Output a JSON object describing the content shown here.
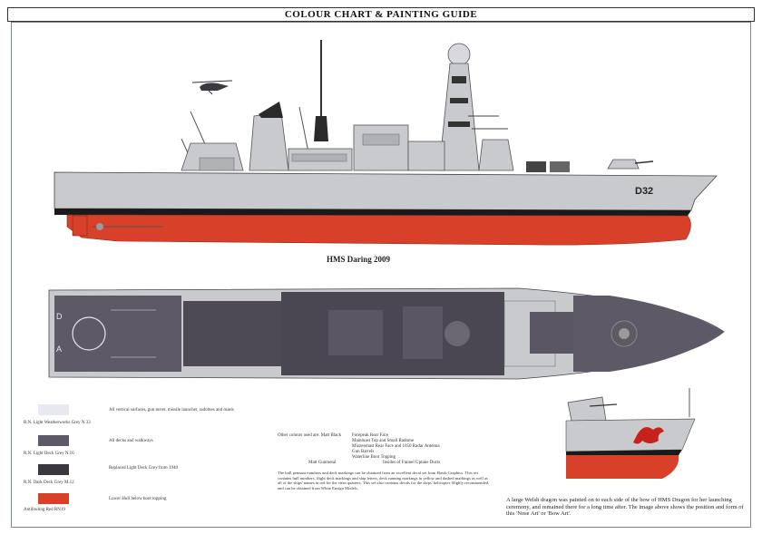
{
  "header": {
    "title": "COLOUR CHART & PAINTING GUIDE"
  },
  "ship": {
    "pennant": "D32",
    "deck_letters": "D A",
    "caption": "HMS Daring 2009"
  },
  "colours": {
    "hull_grey": "#c9cacd",
    "deck_grey": "#5a5560",
    "dark_grey": "#3a383e",
    "antifouling_red": "#d8402a",
    "boot_black": "#1a1a1a"
  },
  "swatches": [
    {
      "name": "R.N. Light Weatherworks Grey N.33",
      "desc": "All vertical surfaces, gun turret, missile launcher, radomes and masts",
      "color": "#e8e8f0"
    },
    {
      "name": "R.N. Light Deck Grey N.16",
      "desc": "All decks and walkways",
      "color": "#5e5966"
    },
    {
      "name": "R.N. Dark Deck Grey M.12",
      "desc": "Replaced Light Deck Grey from 1940",
      "color": "#3a373f"
    },
    {
      "name": "Antifouling Red RN19",
      "desc": "Lower Hull below boot topping",
      "color": "#d8402a"
    }
  ],
  "other_colours": {
    "heading": "Other colours used are:",
    "rows": [
      {
        "left": "Matt Black",
        "right": "Forepeak Rear Face"
      },
      {
        "left": "",
        "right": "Mainmast Top and Small Radome"
      },
      {
        "left": "",
        "right": "Mizzenmast Rear Face and 1050 Radar Antenna"
      },
      {
        "left": "",
        "right": "Gun Barrels"
      },
      {
        "left": "",
        "right": "Waterline Boot Topping"
      },
      {
        "left": "Matt Gunmetal",
        "right": "Insides of Funnel Uptake Ducts"
      }
    ]
  },
  "notes": "The hull pennant numbers and deck markings can be obtained from an excellent decal set from Hawk Graphics. This set contains hull numbers, flight deck markings and ship letters, deck running markings in yellow and dashed markings as well as all of the ships' names in red for the stern quarters. This set also contains decals for the ships' helicopter. Highly recommended, and can be obtained from White Ensign Models.",
  "dragon_note": "A large Welsh dragon was painted on to each side of the bow of HMS Dragon for her launching ceremony, and remained there for a long time after. The image above shows the position and form of this 'Nose Art' or 'Bow Art'."
}
